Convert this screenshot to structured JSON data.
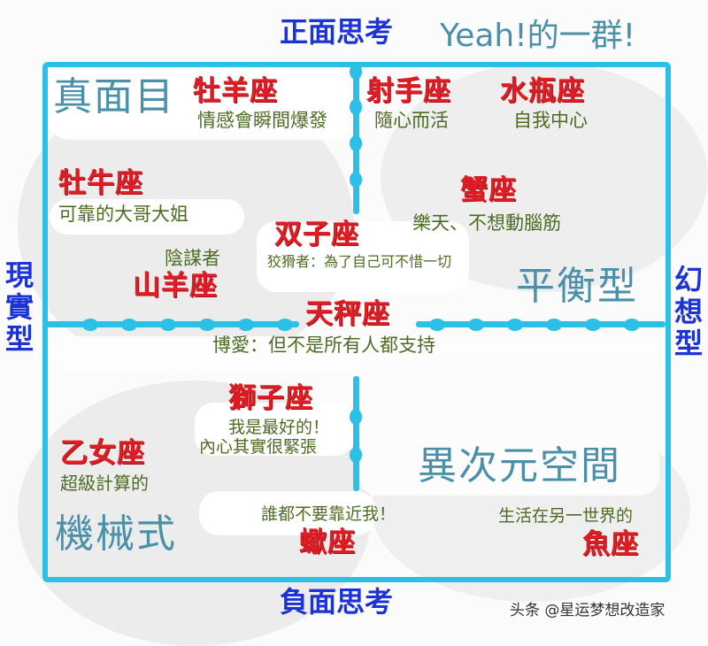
{
  "header": {
    "top_axis": "正面思考",
    "title": "Yeah!的一群!"
  },
  "axes": {
    "top": "正面思考",
    "bottom": "負面思考",
    "left": "現實型",
    "right": "幻想型"
  },
  "quadrant_types": {
    "top_left": "真面目",
    "right_middle": "平衡型",
    "bottom_left": "機械式",
    "bottom_right": "異次元空間"
  },
  "signs": {
    "aries": {
      "name": "牡羊座",
      "desc": "情感會瞬間爆發"
    },
    "sagittarius": {
      "name": "射手座",
      "desc": "隨心而活"
    },
    "aquarius": {
      "name": "水瓶座",
      "desc": "自我中心"
    },
    "taurus": {
      "name": "牡牛座",
      "desc": "可靠的大哥大姐"
    },
    "cancer": {
      "name": "蟹座",
      "desc": "樂天、不想動腦筋"
    },
    "capricorn": {
      "name": "山羊座",
      "desc": "陰謀者"
    },
    "gemini": {
      "name": "双子座",
      "desc": "狡猾者：為了自己可不惜一切"
    },
    "libra": {
      "name": "天秤座",
      "desc": "博愛：但不是所有人都支持"
    },
    "leo": {
      "name": "獅子座",
      "desc_line1": "我是最好的！",
      "desc_line2": "內心其實很緊張"
    },
    "virgo": {
      "name": "乙女座",
      "desc": "超級計算的"
    },
    "scorpio": {
      "name": "蠍座",
      "desc": "誰都不要靠近我！"
    },
    "pisces": {
      "name": "魚座",
      "desc": "生活在另一世界的"
    }
  },
  "watermark": "头条 @星运梦想改造家",
  "colors": {
    "axis_blue": "#1c33d8",
    "frame_cyan": "#2cc0e6",
    "sign_red": "#e01d24",
    "desc_green": "#4e6b24",
    "type_teal": "#4a90a8"
  }
}
